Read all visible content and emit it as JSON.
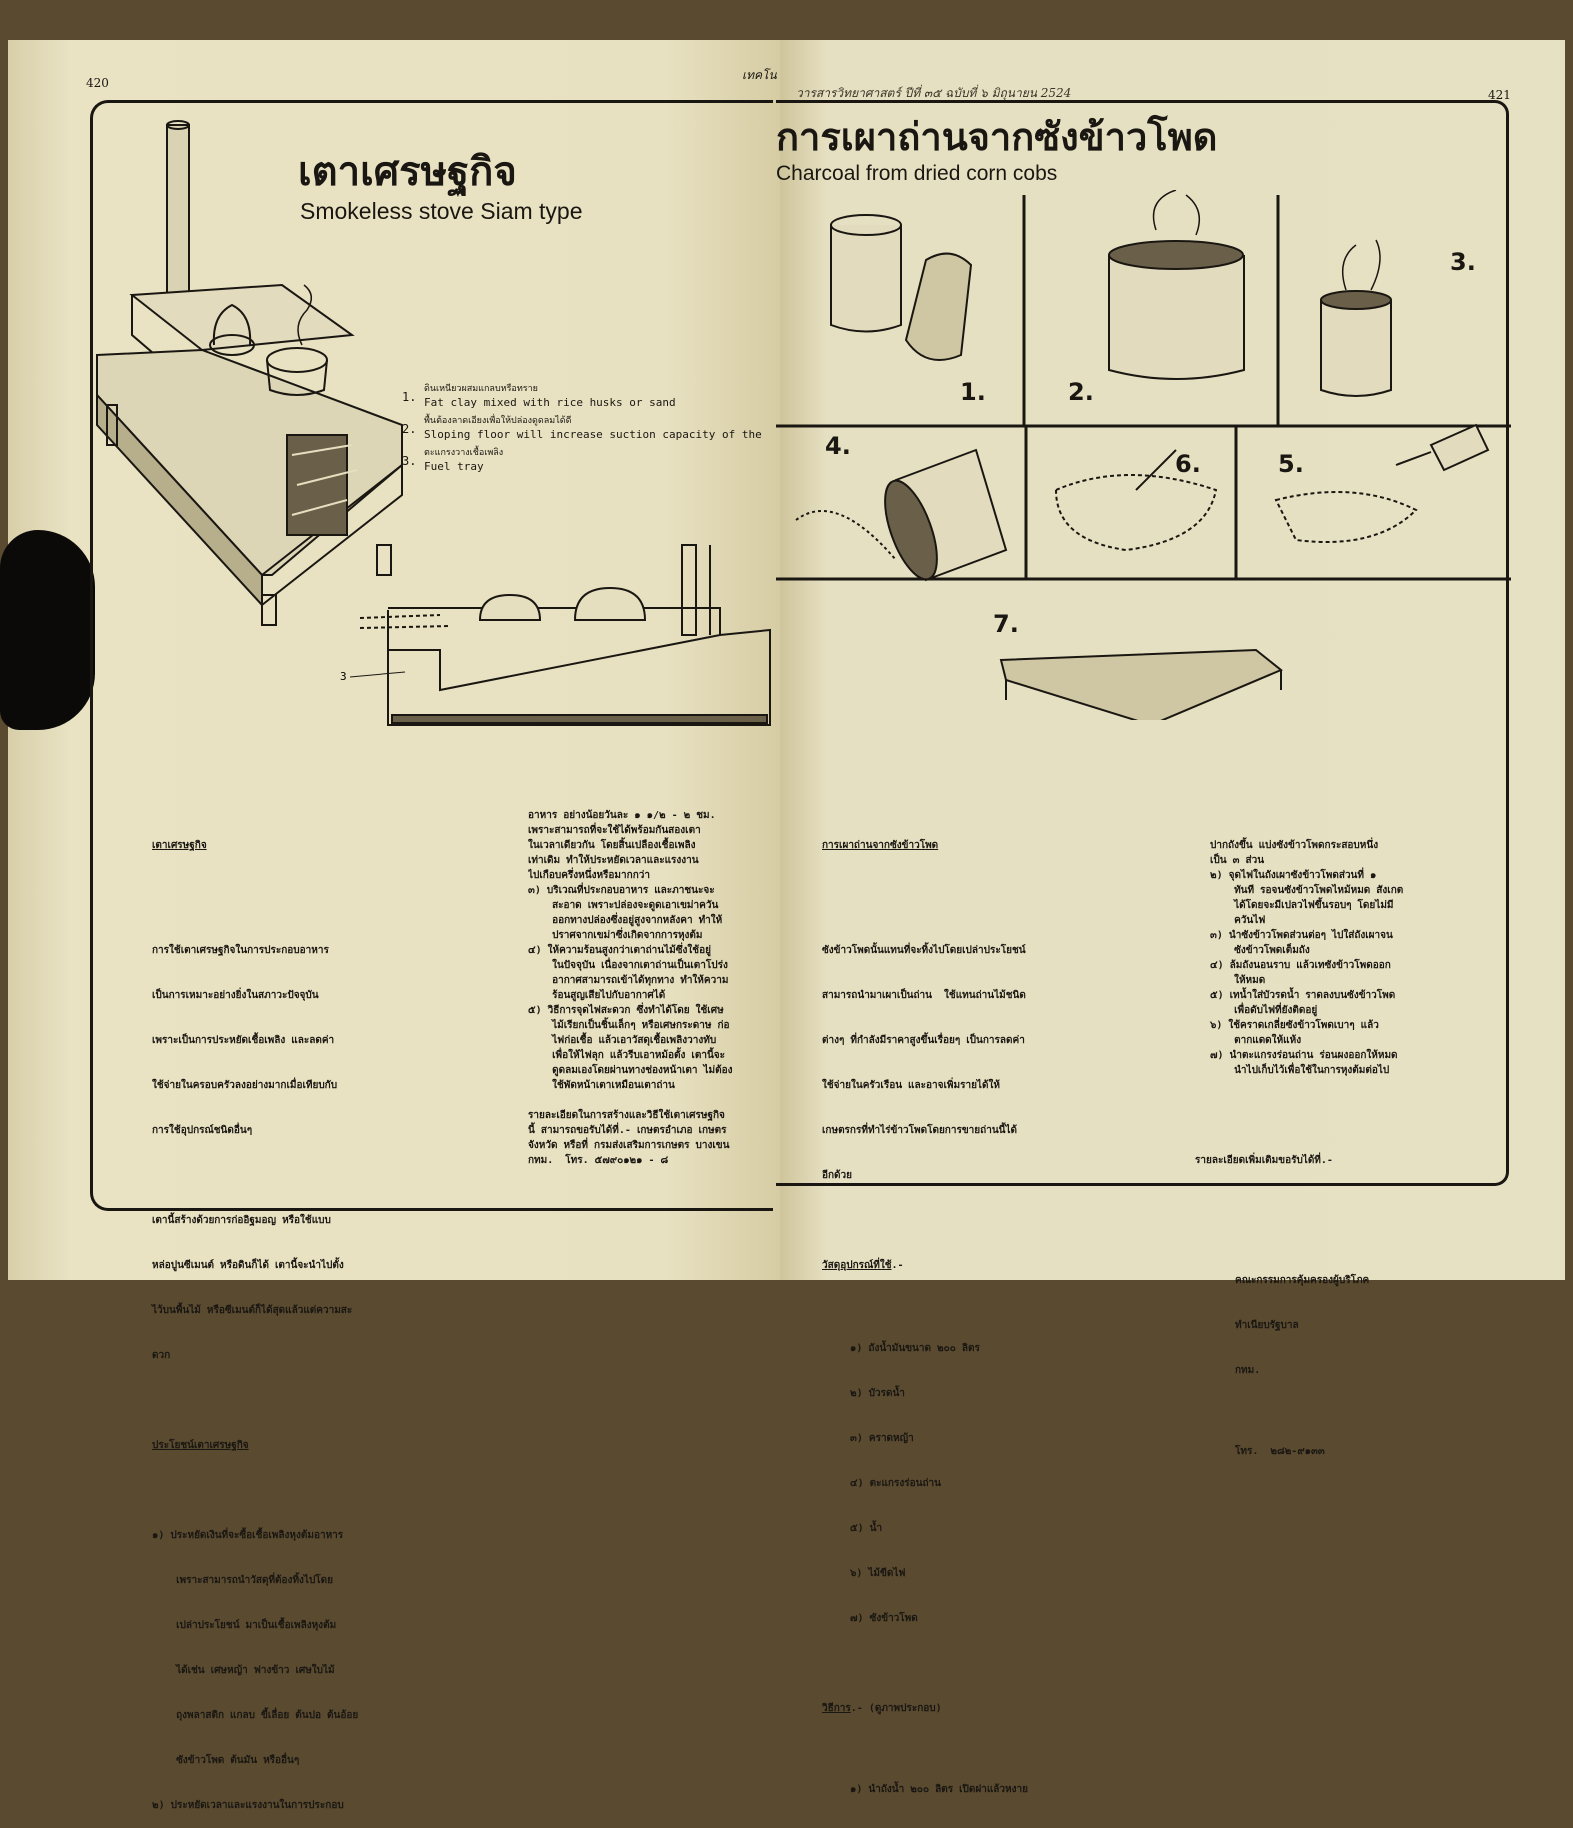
{
  "left_page": {
    "page_number": "420",
    "header_fragment": "เทคโน",
    "title_thai": "เตาเศรษฐกิจ",
    "title_english": "Smokeless stove Siam type",
    "legend": [
      {
        "num": "1.",
        "thai": "ดินเหนียวผสมแกลบหรือทราย",
        "english": "Fat clay mixed with rice husks or sand"
      },
      {
        "num": "2.",
        "thai": "พื้นต้องลาดเอียงเพื่อให้ปล่องดูดลมได้ดี",
        "english": "Sloping floor will increase suction capacity of the"
      },
      {
        "num": "3.",
        "thai": "ตะแกรงวางเชื้อเพลิง",
        "english": "Fuel tray"
      }
    ],
    "diagram_label": "3",
    "col1": {
      "heading": "เตาเศรษฐกิจ",
      "para1": [
        "การใช้เตาเศรษฐกิจในการประกอบอาหาร",
        "เป็นการเหมาะอย่างยิ่งในสภาวะปัจจุบัน",
        "เพราะเป็นการประหยัดเชื้อเพลิง และลดค่า",
        "ใช้จ่ายในครอบครัวลงอย่างมากเมื่อเทียบกับ",
        "การใช้อุปกรณ์ชนิดอื่นๆ"
      ],
      "para2": [
        "เตานี้สร้างด้วยการก่ออิฐมอญ หรือใช้แบบ",
        "หล่อปูนซีเมนต์ หรือดินก็ได้ เตานี้จะนำไปตั้ง",
        "ไว้บนพื้นไม้ หรือซีเมนต์ก็ได้สุดแล้วแต่ความสะ",
        "ดวก"
      ],
      "heading2": "ประโยชน์เตาเศรษฐกิจ",
      "items": [
        [
          "๑) ประหยัดเงินที่จะซื้อเชื้อเพลิงหุงต้มอาหาร",
          "    เพราะสามารถนำวัสดุที่ต้องทิ้งไปโดย",
          "    เปล่าประโยชน์ มาเป็นเชื้อเพลิงหุงต้ม",
          "    ได้เช่น เศษหญ้า ฟางข้าว เศษใบไม้",
          "    ถุงพลาสติก แกลบ ขี้เลื่อย ต้นปอ ต้นอ้อย",
          "    ซังข้าวโพด ต้นมัน หรืออื่นๆ"
        ],
        [
          "๒) ประหยัดเวลาและแรงงานในการประกอบ"
        ]
      ]
    },
    "col2": {
      "lines": [
        "อาหาร อย่างน้อยวันละ ๑ ๑/๒ - ๒ ชม.",
        "เพราะสามารถที่จะใช้ได้พร้อมกันสองเตา",
        "ในเวลาเดียวกัน โดยสิ้นเปลืองเชื้อเพลิง",
        "เท่าเดิม ทำให้ประหยัดเวลาและแรงงาน",
        "ไปเกือบครึ่งหนึ่งหรือมากกว่า",
        "๓) บริเวณที่ประกอบอาหาร และภาชนะจะ",
        "    สะอาด เพราะปล่องจะดูดเอาเขม่าควัน",
        "    ออกทางปล่องซึ่งอยู่สูงจากหลังคา ทำให้",
        "    ปราศจากเขม่าซึ่งเกิดจากการหุงต้ม",
        "๔) ให้ความร้อนสูงกว่าเตาถ่านไม้ซึ่งใช้อยู่",
        "    ในปัจจุบัน เนื่องจากเตาถ่านเป็นเตาโปร่ง",
        "    อากาศสามารถเข้าได้ทุกทาง ทำให้ความ",
        "    ร้อนสูญเสียไปกับอากาศได้",
        "๕) วิธีการจุดไฟสะดวก ซึ่งทำได้โดย ใช้เศษ",
        "    ไม้เรียกเป็นชิ้นเล็กๆ หรือเศษกระดาษ ก่อ",
        "    ไฟก่อเชื้อ แล้วเอาวัสดุเชื้อเพลิงวางทับ",
        "    เพื่อให้ไฟลุก แล้วรีบเอาหม้อตั้ง เตานี้จะ",
        "    ดูดลมเองโดยผ่านทางช่องหน้าเตา ไม่ต้อง",
        "    ใช้พัดหน้าเตาเหมือนเตาถ่าน"
      ],
      "footer": [
        "รายละเอียดในการสร้างและวิธีใช้เตาเศรษฐกิจ",
        "นี้ สามารถขอรับได้ที่.- เกษตรอำเภอ เกษตร",
        "จังหวัด หรือที่ กรมส่งเสริมการเกษตร บางเขน",
        "กทม.  โทร. ๕๗๙๐๑๒๑ - ๘"
      ]
    }
  },
  "right_page": {
    "page_number": "421",
    "header": "วารสารวิทยาศาสตร์ ปีที่ ๓๕ ฉบับที่ ๖ มิถุนายน 2524",
    "title_thai": "การเผาถ่านจากซังข้าวโพด",
    "title_english": "Charcoal from dried corn cobs",
    "step_labels": [
      "1.",
      "2.",
      "3.",
      "4.",
      "6.",
      "5.",
      "7."
    ],
    "col1": {
      "heading": "การเผาถ่านจากซังข้าวโพด",
      "para": [
        "ซังข้าวโพดนั้นแทนที่จะทิ้งไปโดยเปล่าประโยชน์",
        "สามารถนำมาเผาเป็นถ่าน  ใช้แทนถ่านไม้ชนิด",
        "ต่างๆ ที่กำลังมีราคาสูงขึ้นเรื่อยๆ เป็นการลดค่า",
        "ใช้จ่ายในครัวเรือน และอาจเพิ่มรายได้ให้",
        "เกษตรกรที่ทำไร่ข้าวโพดโดยการขายถ่านนี้ได้",
        "อีกด้วย"
      ],
      "materials_heading": "วัสดุอุปกรณ์ที่ใช้",
      "materials_suffix": ".-",
      "materials": [
        "๑) ถังน้ำมันขนาด ๒๐๐ ลิตร",
        "๒) บัวรดน้ำ",
        "๓) คราดหญ้า",
        "๔) ตะแกรงร่อนถ่าน",
        "๕) น้ำ",
        "๖) ไม้ขีดไฟ",
        "๗) ซังข้าวโพด"
      ],
      "method_heading": "วิธีการ",
      "method_suffix": ".- (ดูภาพประกอบ)",
      "method_first": "๑) นำถังน้ำ ๒๐๐ ลิตร เปิดฝาแล้วหงาย"
    },
    "col2": {
      "lines": [
        "ปากถังขึ้น แบ่งซังข้าวโพดกระสอบหนึ่ง",
        "เป็น ๓ ส่วน",
        "๒) จุดไฟในถังเผาซังข้าวโพดส่วนที่ ๑",
        "    ทันที รอจนซังข้าวโพดไหม้หมด สังเกต",
        "    ได้โดยจะมีเปลวไฟขึ้นรอบๆ โดยไม่มี",
        "    ควันไฟ",
        "๓) นำซังข้าวโพดส่วนต่อๆ ไปใส่ถังเผาจน",
        "    ซังข้าวโพดเต็มถัง",
        "๔) ล้มถังนอนราบ แล้วเทซังข้าวโพดออก",
        "    ให้หมด",
        "๕) เทน้ำใส่บัวรดน้ำ ราดลงบนซังข้าวโพด",
        "    เพื่อดับไฟที่ยังติดอยู่",
        "๖) ใช้คราดเกลี่ยซังข้าวโพดเบาๆ แล้ว",
        "    ตากแดดให้แห้ง",
        "๗) นำตะแกรงร่อนถ่าน ร่อนผงออกให้หมด",
        "    นำไปเก็บไว้เพื่อใช้ในการหุงต้มต่อไป"
      ],
      "more_info": "รายละเอียดเพิ่มเติมขอรับได้ที่.-",
      "contact": [
        "คณะกรรมการคุ้มครองผู้บริโภค",
        "ทำเนียบรัฐบาล",
        "กทม.",
        "โทร.  ๒๘๒-๙๑๓๓"
      ]
    }
  }
}
